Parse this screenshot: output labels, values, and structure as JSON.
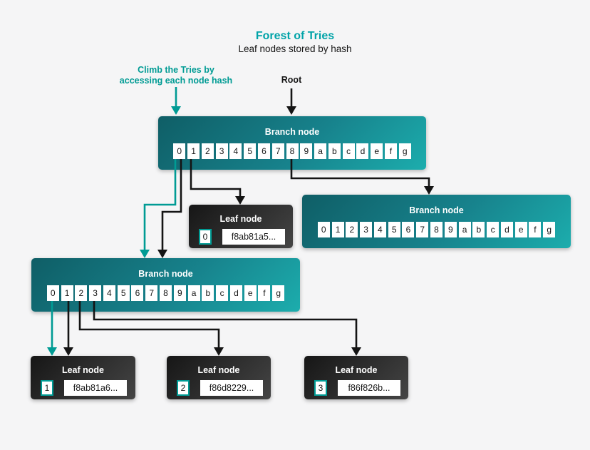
{
  "title": "Forest of Tries",
  "subtitle": "Leaf nodes stored by hash",
  "annotations": {
    "climb_line1": "Climb the Tries by",
    "climb_line2": "accessing each node hash",
    "root_label": "Root"
  },
  "colors": {
    "background": "#f5f5f6",
    "accent_teal": "#00a3a8",
    "arrow_teal": "#009b94",
    "arrow_black": "#141414",
    "branch_grad_start": "#0f5e66",
    "branch_grad_mid": "#17828c",
    "branch_grad_end": "#1cadad",
    "leaf_grad_start": "#161616",
    "leaf_grad_end": "#454545",
    "cell_bg": "#ffffff",
    "cell_text": "#161616"
  },
  "nodes": {
    "branch1": {
      "label": "Branch node",
      "cells": [
        "0",
        "1",
        "2",
        "3",
        "4",
        "5",
        "6",
        "7",
        "8",
        "9",
        "a",
        "b",
        "c",
        "d",
        "e",
        "f",
        "g"
      ]
    },
    "branch2": {
      "label": "Branch node",
      "cells": [
        "0",
        "1",
        "2",
        "3",
        "4",
        "5",
        "6",
        "7",
        "8",
        "9",
        "a",
        "b",
        "c",
        "d",
        "e",
        "f",
        "g"
      ]
    },
    "branch3": {
      "label": "Branch node",
      "cells": [
        "0",
        "1",
        "2",
        "3",
        "4",
        "5",
        "6",
        "7",
        "8",
        "9",
        "a",
        "b",
        "c",
        "d",
        "e",
        "f",
        "g"
      ]
    },
    "leaf0": {
      "label": "Leaf node",
      "index": "0",
      "hash": "f8ab81a5..."
    },
    "leaf1": {
      "label": "Leaf node",
      "index": "1",
      "hash": "f8ab81a6..."
    },
    "leaf2": {
      "label": "Leaf node",
      "index": "2",
      "hash": "f86d8229..."
    },
    "leaf3": {
      "label": "Leaf node",
      "index": "3",
      "hash": "f86f826b..."
    }
  },
  "edges": [
    {
      "from": "climb-annotation",
      "to": "branch1",
      "color": "teal"
    },
    {
      "from": "root-annotation",
      "to": "branch1",
      "color": "black"
    },
    {
      "from": "branch1.cell.0",
      "to": "branch3",
      "color": "teal"
    },
    {
      "from": "branch1.cell.0",
      "to": "branch3",
      "color": "black"
    },
    {
      "from": "branch1.cell.1",
      "to": "leaf0",
      "color": "black"
    },
    {
      "from": "branch1.cell.8",
      "to": "branch2",
      "color": "black"
    },
    {
      "from": "branch3.cell.0",
      "to": "leaf1",
      "color": "teal"
    },
    {
      "from": "branch3.cell.1",
      "to": "leaf1",
      "color": "black"
    },
    {
      "from": "branch3.cell.2",
      "to": "leaf2",
      "color": "black"
    },
    {
      "from": "branch3.cell.3",
      "to": "leaf3",
      "color": "black"
    }
  ]
}
